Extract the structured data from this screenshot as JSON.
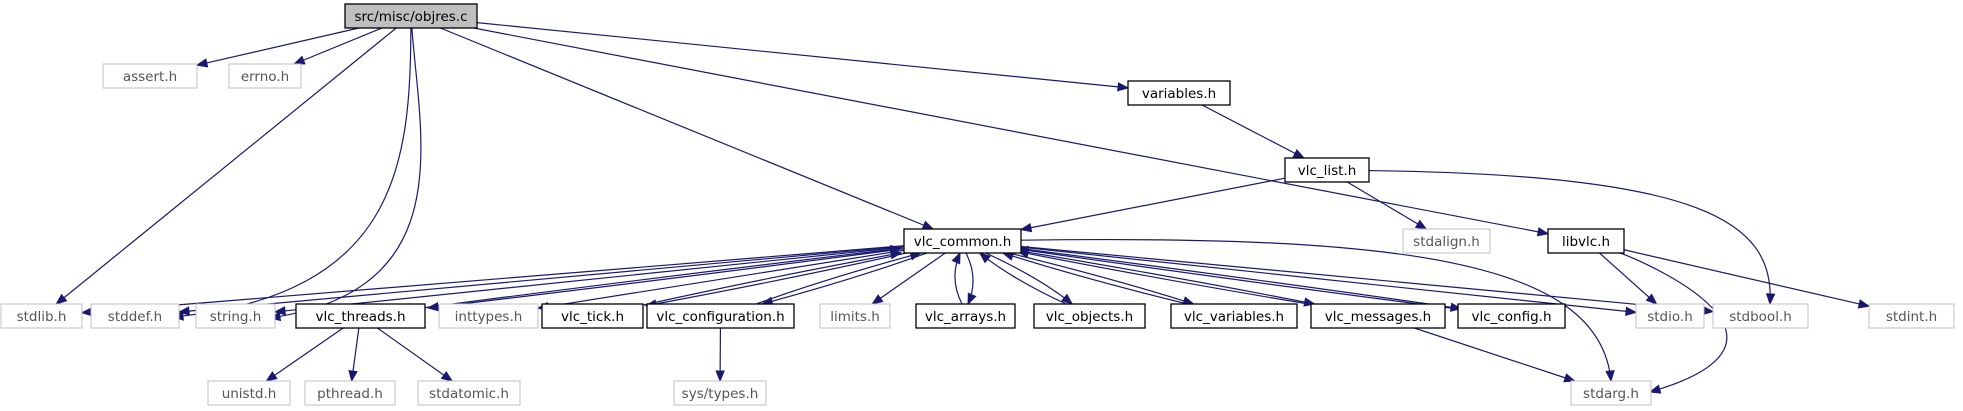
{
  "graph": {
    "colors": {
      "edge": "#191970",
      "root_fill": "#bfbfbf",
      "doc_border": "#000000",
      "system_border": "#bfbfbf"
    },
    "nodes": [
      {
        "id": "objres",
        "label": "src/misc/objres.c",
        "kind": "root"
      },
      {
        "id": "assert",
        "label": "assert.h",
        "kind": "system"
      },
      {
        "id": "errno",
        "label": "errno.h",
        "kind": "system"
      },
      {
        "id": "variables",
        "label": "variables.h",
        "kind": "documented"
      },
      {
        "id": "vlc_list",
        "label": "vlc_list.h",
        "kind": "documented"
      },
      {
        "id": "stdalign",
        "label": "stdalign.h",
        "kind": "system"
      },
      {
        "id": "vlc_common",
        "label": "vlc_common.h",
        "kind": "documented"
      },
      {
        "id": "libvlc",
        "label": "libvlc.h",
        "kind": "documented"
      },
      {
        "id": "stdlib",
        "label": "stdlib.h",
        "kind": "system"
      },
      {
        "id": "stddef",
        "label": "stddef.h",
        "kind": "system"
      },
      {
        "id": "string",
        "label": "string.h",
        "kind": "system"
      },
      {
        "id": "vlc_threads",
        "label": "vlc_threads.h",
        "kind": "documented"
      },
      {
        "id": "inttypes",
        "label": "inttypes.h",
        "kind": "system"
      },
      {
        "id": "vlc_tick",
        "label": "vlc_tick.h",
        "kind": "documented"
      },
      {
        "id": "vlc_configuration",
        "label": "vlc_configuration.h",
        "kind": "documented"
      },
      {
        "id": "limits",
        "label": "limits.h",
        "kind": "system"
      },
      {
        "id": "vlc_arrays",
        "label": "vlc_arrays.h",
        "kind": "documented"
      },
      {
        "id": "vlc_objects",
        "label": "vlc_objects.h",
        "kind": "documented"
      },
      {
        "id": "vlc_variables",
        "label": "vlc_variables.h",
        "kind": "documented"
      },
      {
        "id": "vlc_messages",
        "label": "vlc_messages.h",
        "kind": "documented"
      },
      {
        "id": "vlc_config",
        "label": "vlc_config.h",
        "kind": "documented"
      },
      {
        "id": "stdio",
        "label": "stdio.h",
        "kind": "system"
      },
      {
        "id": "stdbool",
        "label": "stdbool.h",
        "kind": "system"
      },
      {
        "id": "stdint",
        "label": "stdint.h",
        "kind": "system"
      },
      {
        "id": "unistd",
        "label": "unistd.h",
        "kind": "system"
      },
      {
        "id": "pthread",
        "label": "pthread.h",
        "kind": "system"
      },
      {
        "id": "stdatomic",
        "label": "stdatomic.h",
        "kind": "system"
      },
      {
        "id": "sys_types",
        "label": "sys/types.h",
        "kind": "system"
      },
      {
        "id": "stdarg",
        "label": "stdarg.h",
        "kind": "system"
      }
    ],
    "edges": [
      [
        "objres",
        "assert"
      ],
      [
        "objres",
        "errno"
      ],
      [
        "objres",
        "variables"
      ],
      [
        "objres",
        "libvlc"
      ],
      [
        "objres",
        "vlc_common"
      ],
      [
        "objres",
        "stdlib"
      ],
      [
        "objres",
        "stddef"
      ],
      [
        "objres",
        "string"
      ],
      [
        "variables",
        "vlc_list"
      ],
      [
        "vlc_list",
        "vlc_common"
      ],
      [
        "vlc_list",
        "stdalign"
      ],
      [
        "vlc_list",
        "stdbool"
      ],
      [
        "libvlc",
        "stdio"
      ],
      [
        "libvlc",
        "stdint"
      ],
      [
        "libvlc",
        "stdarg"
      ],
      [
        "vlc_common",
        "stdlib"
      ],
      [
        "vlc_common",
        "stddef"
      ],
      [
        "vlc_common",
        "string"
      ],
      [
        "vlc_common",
        "vlc_threads"
      ],
      [
        "vlc_common",
        "inttypes"
      ],
      [
        "vlc_common",
        "vlc_tick"
      ],
      [
        "vlc_common",
        "vlc_configuration"
      ],
      [
        "vlc_common",
        "limits"
      ],
      [
        "vlc_common",
        "vlc_arrays"
      ],
      [
        "vlc_common",
        "vlc_objects"
      ],
      [
        "vlc_common",
        "vlc_variables"
      ],
      [
        "vlc_common",
        "vlc_messages"
      ],
      [
        "vlc_common",
        "vlc_config"
      ],
      [
        "vlc_common",
        "stdio"
      ],
      [
        "vlc_common",
        "stdbool"
      ],
      [
        "vlc_common",
        "stdarg"
      ],
      [
        "vlc_threads",
        "vlc_common"
      ],
      [
        "vlc_threads",
        "unistd"
      ],
      [
        "vlc_threads",
        "pthread"
      ],
      [
        "vlc_threads",
        "stdatomic"
      ],
      [
        "vlc_tick",
        "vlc_common"
      ],
      [
        "vlc_configuration",
        "vlc_common"
      ],
      [
        "vlc_configuration",
        "sys_types"
      ],
      [
        "vlc_arrays",
        "vlc_common"
      ],
      [
        "vlc_objects",
        "vlc_common"
      ],
      [
        "vlc_variables",
        "vlc_common"
      ],
      [
        "vlc_messages",
        "vlc_common"
      ],
      [
        "vlc_messages",
        "stdarg"
      ],
      [
        "vlc_config",
        "vlc_common"
      ]
    ]
  }
}
